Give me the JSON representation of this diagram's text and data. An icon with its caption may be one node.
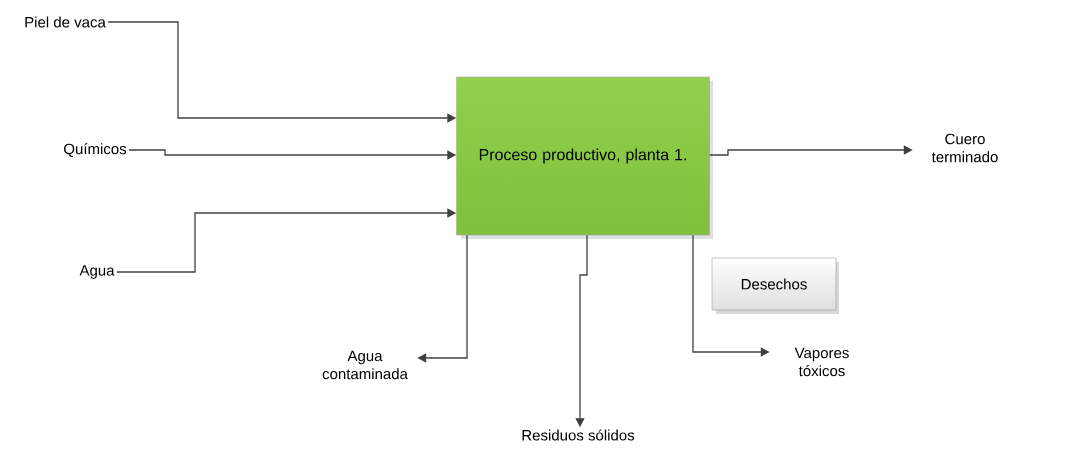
{
  "diagram": {
    "nodes": [
      {
        "text": [
          "Piel de vaca"
        ]
      },
      {
        "text": [
          "Químicos"
        ]
      },
      {
        "text": [
          "Agua"
        ]
      },
      {
        "text": [
          "Proceso productivo, planta 1."
        ]
      },
      {
        "text": [
          "Cuero terminado"
        ]
      },
      {
        "text": [
          "Desechos"
        ]
      },
      {
        "text": [
          "Agua contaminada"
        ]
      },
      {
        "text": [
          "Residuos sólidos"
        ]
      },
      {
        "text": [
          "Vapores tóxicos"
        ]
      }
    ],
    "edges": [
      {
        "from": 0,
        "to": 3,
        "arrow": "to"
      },
      {
        "from": 1,
        "to": 3,
        "arrow": "to"
      },
      {
        "from": 2,
        "to": 3,
        "arrow": "to"
      },
      {
        "from": 3,
        "to": 4,
        "arrow": "to"
      },
      {
        "from": 3,
        "to": 6,
        "arrow": "to"
      },
      {
        "from": 3,
        "to": 7,
        "arrow": "to"
      },
      {
        "from": 3,
        "to": 8,
        "arrow": "to"
      }
    ]
  }
}
